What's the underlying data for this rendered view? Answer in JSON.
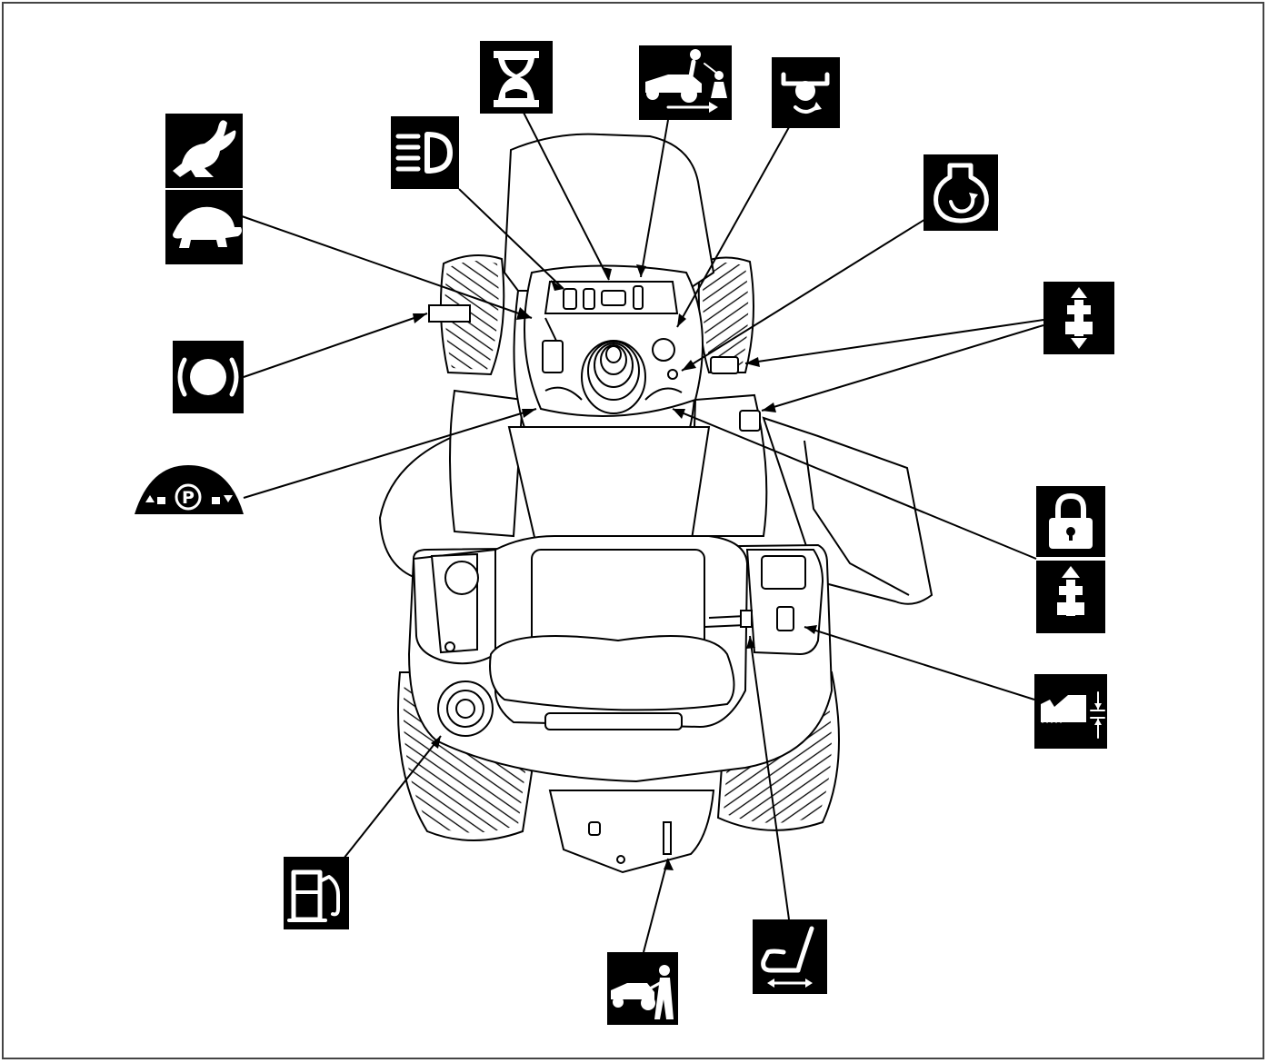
{
  "figure": {
    "type": "controls-location-diagram",
    "subject": "riding-mower",
    "symbols": [
      {
        "id": "speed-fast",
        "icon": "rabbit-icon"
      },
      {
        "id": "speed-slow",
        "icon": "turtle-icon"
      },
      {
        "id": "headlights",
        "icon": "headlight-icon"
      },
      {
        "id": "hour-meter",
        "icon": "hourglass-icon"
      },
      {
        "id": "reverse-mow",
        "icon": "reverse-operation-icon"
      },
      {
        "id": "blade-engage",
        "icon": "blade-rotation-icon"
      },
      {
        "id": "engine-start",
        "icon": "engine-start-icon"
      },
      {
        "id": "forward-reverse-pedals",
        "icon": "drive-forward-reverse-icon"
      },
      {
        "id": "brake",
        "icon": "brake-icon"
      },
      {
        "id": "parking-brake",
        "icon": "parking-brake-icon",
        "label": "P"
      },
      {
        "id": "cruise-lock",
        "icon": "padlock-icon"
      },
      {
        "id": "forward-drive",
        "icon": "drive-forward-icon"
      },
      {
        "id": "cutting-height",
        "icon": "cutting-height-icon"
      },
      {
        "id": "fuel",
        "icon": "fuel-pump-icon"
      },
      {
        "id": "tow-push",
        "icon": "push-mower-icon"
      },
      {
        "id": "seat-adjust",
        "icon": "seat-adjust-icon"
      }
    ]
  },
  "colors": {
    "ink": "#000000",
    "paper": "#ffffff",
    "frame": "#444444"
  }
}
